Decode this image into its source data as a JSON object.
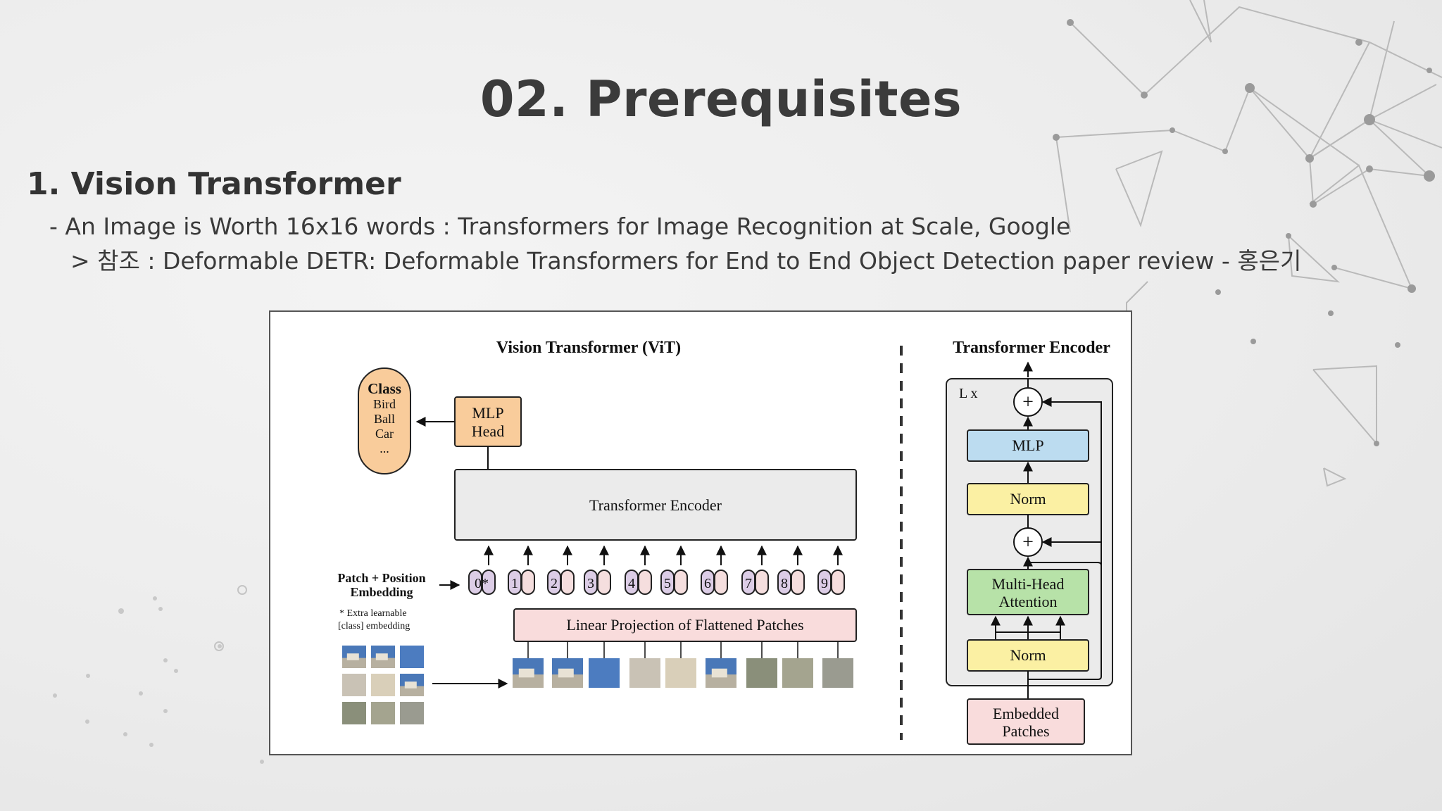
{
  "slide": {
    "title": "02. Prerequisites",
    "section": "1. Vision Transformer",
    "bullet_1": "- An Image is Worth 16x16 words : Transformers for Image Recognition at Scale, Google",
    "bullet_2": "> 참조 : Deformable DETR: Deformable Transformers for End to End Object Detection paper review - 홍은기"
  },
  "diagram": {
    "vit_title": "Vision Transformer (ViT)",
    "class_box": {
      "title": "Class",
      "items": [
        "Bird",
        "Ball",
        "Car",
        "..."
      ]
    },
    "mlp_head": [
      "MLP",
      "Head"
    ],
    "transformer_encoder": "Transformer Encoder",
    "patch_embedding_label": [
      "Patch + Position",
      "Embedding"
    ],
    "extra_note": [
      "* Extra learnable",
      "[class] embedding"
    ],
    "token_ids": [
      "0*",
      "1",
      "2",
      "3",
      "4",
      "5",
      "6",
      "7",
      "8",
      "9"
    ],
    "linear_projection": "Linear Projection of Flattened Patches",
    "encoder_block": {
      "title": "Transformer Encoder",
      "repeat": "L x",
      "mlp": "MLP",
      "norm_top": "Norm",
      "attention": [
        "Multi-Head",
        "Attention"
      ],
      "norm_bottom": "Norm",
      "embedded": [
        "Embedded",
        "Patches"
      ],
      "plus": "+"
    },
    "colors": {
      "class_fill": "#f9cc9b",
      "mlp_head_fill": "#f9cc9b",
      "encoder_fill": "#ebebeb",
      "token_fill": "#dccde6",
      "token_pos_fill": "#f5dede",
      "projection_fill": "#f9dcdc",
      "mlp_fill": "#bcdcf0",
      "norm_fill": "#fbf0a3",
      "attention_fill": "#b7e2a8",
      "embedded_fill": "#f9dcdc"
    }
  }
}
